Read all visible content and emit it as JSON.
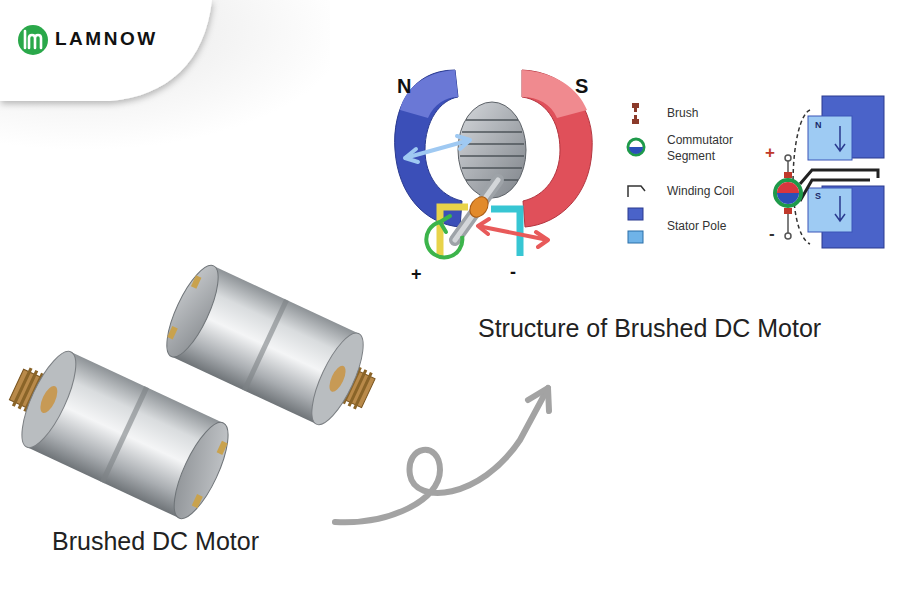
{
  "diagram": {
    "labels": [
      "LAMNOW",
      "N",
      "S",
      "+",
      "-",
      "N",
      "S",
      "+",
      "-",
      "Structure of Brushed DC Motor",
      "Brushed DC Motor"
    ],
    "legend": [
      {
        "text": "Brush"
      },
      {
        "text": "Commutator Segment"
      },
      {
        "text": "Winding Coil"
      },
      {
        "text": "Stator Pole"
      }
    ]
  }
}
